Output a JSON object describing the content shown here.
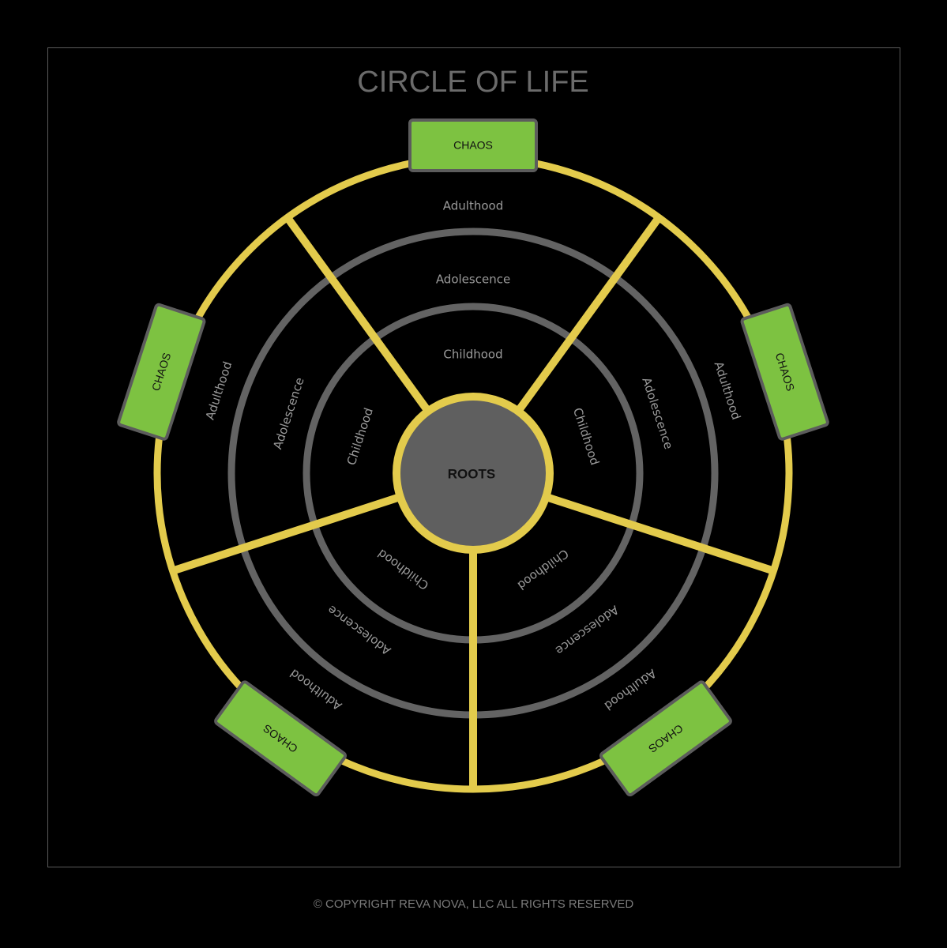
{
  "title": "CIRCLE OF LIFE",
  "center": {
    "label": "ROOTS"
  },
  "rings": {
    "inner": "Childhood",
    "middle": "Adolescence",
    "outer": "Adulthood"
  },
  "chaos_label": "CHAOS",
  "segment_count": 5,
  "copyright": "© COPYRIGHT REVA NOVA, LLC ALL RIGHTS RESERVED",
  "colors": {
    "background": "#000000",
    "ring_yellow": "#e3cb4c",
    "ring_gray": "#636363",
    "center_fill": "#5f5f5f",
    "chaos_green": "#7dc241",
    "chaos_border": "#5c5c5c",
    "stage_text": "#9a9a9a",
    "title_text": "#6b6b6b"
  }
}
